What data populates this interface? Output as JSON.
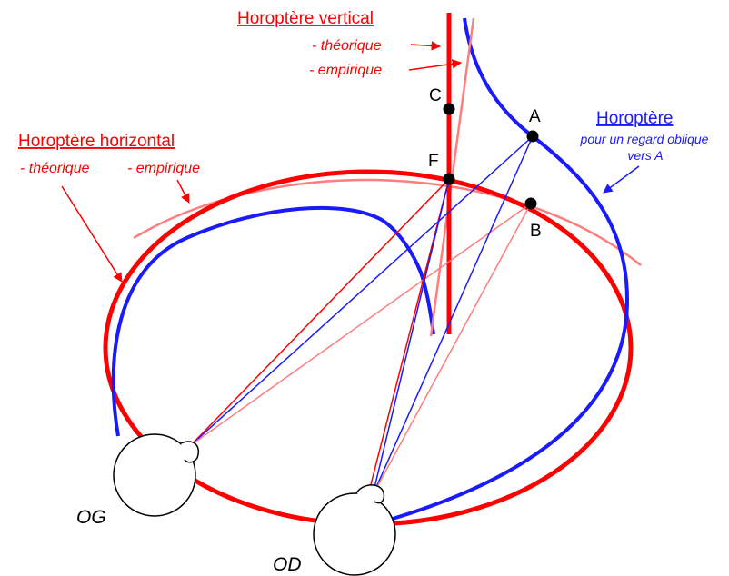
{
  "colors": {
    "theoretical": "#ff0000",
    "empirical": "#ff7d7d",
    "oblique": "#1a1aff",
    "points": "#000000"
  },
  "vertical_horopter": {
    "title": "Horoptère vertical",
    "theoretical": "- théorique",
    "empirical": "- empirique"
  },
  "horizontal_horopter": {
    "title": "Horoptère horizontal",
    "theoretical": "- théorique",
    "empirical": "- empirique"
  },
  "oblique_horopter": {
    "title": "Horoptère",
    "line1": "pour un regard oblique",
    "line2": "vers A"
  },
  "points": {
    "A": "A",
    "B": "B",
    "C": "C",
    "F": "F"
  },
  "eyes": {
    "left": "OG",
    "right": "OD"
  }
}
